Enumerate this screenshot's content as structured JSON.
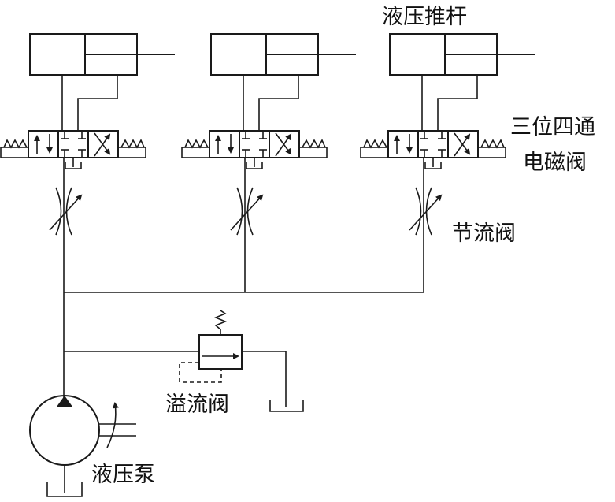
{
  "labels": {
    "actuator": "液压推杆",
    "valve_line1": "三位四通",
    "valve_line2": "电磁阀",
    "throttle": "节流阀",
    "relief": "溢流阀",
    "pump": "液压泵"
  }
}
